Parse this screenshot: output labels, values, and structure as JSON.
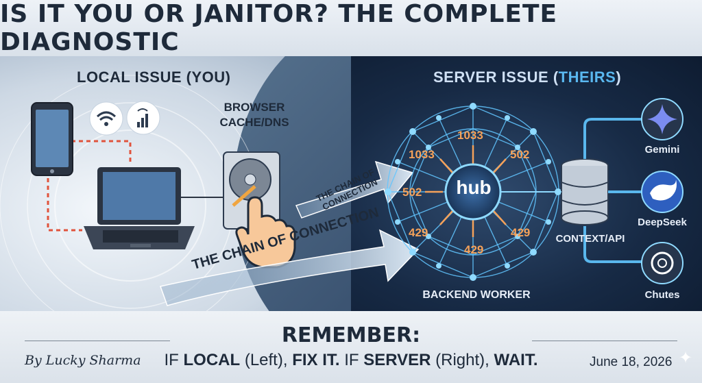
{
  "title": "IS IT YOU OR JANITOR? THE COMPLETE DIAGNOSTIC",
  "local": {
    "title": "LOCAL ISSUE (YOU)",
    "browser_label_1": "BROWSER",
    "browser_label_2": "CACHE/DNS",
    "chain_small_1": "THE CHAIN OF",
    "chain_small_2": "CONNECTION",
    "chain_big": "THE CHAIN OF CONNECTION"
  },
  "server": {
    "title_prefix": "SERVER ISSUE (",
    "title_highlight": "THEIRS",
    "title_suffix": ")",
    "hub_label": "hub",
    "errors": [
      "1033",
      "1033",
      "502",
      "502",
      "429",
      "429",
      "429"
    ],
    "backend_label": "BACKEND WORKER",
    "context_label": "CONTEXT/API",
    "models": [
      "Gemini",
      "DeepSeek",
      "Chutes"
    ]
  },
  "footer": {
    "remember": "REMEMBER:",
    "msg_1": "IF ",
    "msg_local": "LOCAL",
    "msg_2": " (Left), ",
    "msg_fix": "FIX IT.",
    "msg_3": " IF ",
    "msg_server": "SERVER",
    "msg_4": " (Right), ",
    "msg_wait": "WAIT.",
    "author": "By Lucky Sharma",
    "date": "June 18, 2026"
  },
  "colors": {
    "dark_text": "#1e2a3a",
    "server_highlight": "#5ab8f0",
    "error_orange": "#f5a25a",
    "network_blue": "#62c6ff",
    "connector_red": "#e0533c"
  },
  "icons": [
    "smartphone-icon",
    "wifi-icon",
    "signal-tower-icon",
    "laptop-icon",
    "hard-drive-icon",
    "hand-cursor-icon",
    "database-icon",
    "gemini-icon",
    "deepseek-icon",
    "chutes-icon",
    "sparkle-icon"
  ]
}
